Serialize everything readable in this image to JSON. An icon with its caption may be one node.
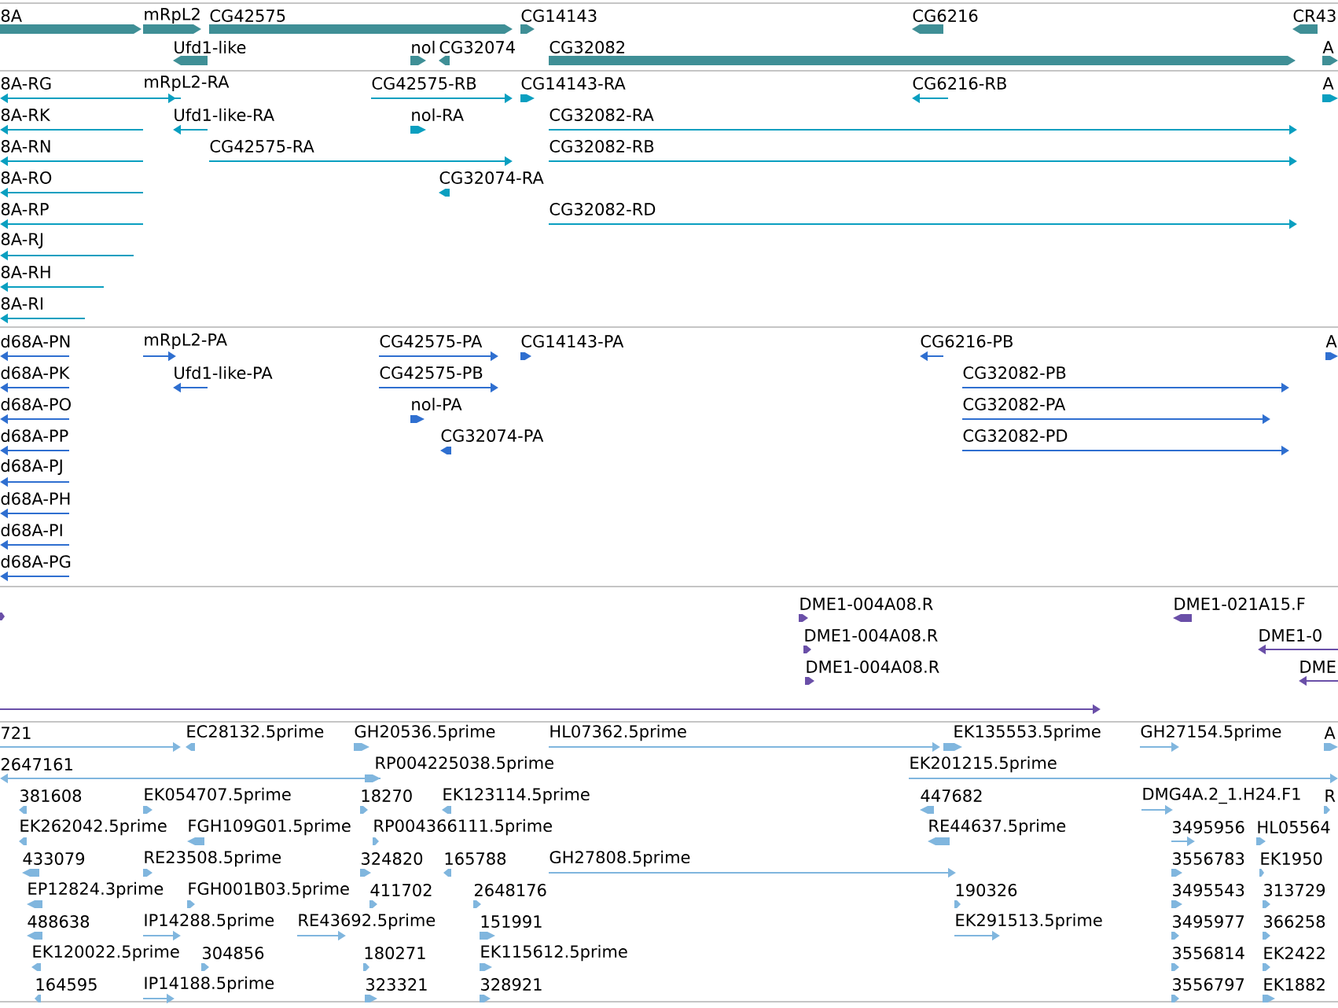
{
  "diagram": {
    "labels": [
      "8A",
      "mRpL2",
      "CG42575",
      "CG14143",
      "CG6216",
      "CR43",
      "Ufd1-like",
      "nol",
      "CG32074",
      "CG32082",
      "A",
      "8A-RG",
      "mRpL2-RA",
      "CG42575-RB",
      "CG14143-RA",
      "CG6216-RB",
      "A",
      "8A-RK",
      "Ufd1-like-RA",
      "nol-RA",
      "CG32082-RA",
      "8A-RN",
      "CG42575-RA",
      "CG32082-RB",
      "8A-RO",
      "CG32074-RA",
      "8A-RP",
      "CG32082-RD",
      "8A-RJ",
      "8A-RH",
      "8A-RI",
      "d68A-PN",
      "mRpL2-PA",
      "CG42575-PA",
      "CG14143-PA",
      "CG6216-PB",
      "A",
      "d68A-PK",
      "Ufd1-like-PA",
      "CG42575-PB",
      "CG32082-PB",
      "d68A-PO",
      "nol-PA",
      "CG32082-PA",
      "d68A-PP",
      "CG32074-PA",
      "CG32082-PD",
      "d68A-PJ",
      "d68A-PH",
      "d68A-PI",
      "d68A-PG",
      "DME1-004A08.R",
      "DME1-021A15.F",
      "DME1-004A08.R",
      "DME1-0",
      "DME1-004A08.R",
      "DME",
      "721",
      "EC28132.5prime",
      "GH20536.5prime",
      "HL07362.5prime",
      "EK135553.5prime",
      "GH27154.5prime",
      "A",
      "2647161",
      "RP004225038.5prime",
      "EK201215.5prime",
      "381608",
      "EK054707.5prime",
      "18270",
      "EK123114.5prime",
      "447682",
      "DMG4A.2_1.H24.F1",
      "R",
      "EK262042.5prime",
      "FGH109G01.5prime",
      "RP004366111.5prime",
      "RE44637.5prime",
      "3495956",
      "HL05564",
      "433079",
      "RE23508.5prime",
      "324820",
      "165788",
      "GH27808.5prime",
      "3556783",
      "EK1950",
      "EP12824.3prime",
      "FGH001B03.5prime",
      "411702",
      "2648176",
      "190326",
      "3495543",
      "313729",
      "488638",
      "IP14288.5prime",
      "RE43692.5prime",
      "151991",
      "EK291513.5prime",
      "3495977",
      "366258",
      "EK120022.5prime",
      "304856",
      "180271",
      "EK115612.5prime",
      "3556814",
      "EK2422",
      "164595",
      "IP14188.5prime",
      "323321",
      "328921",
      "3556797",
      "EK1882"
    ]
  }
}
